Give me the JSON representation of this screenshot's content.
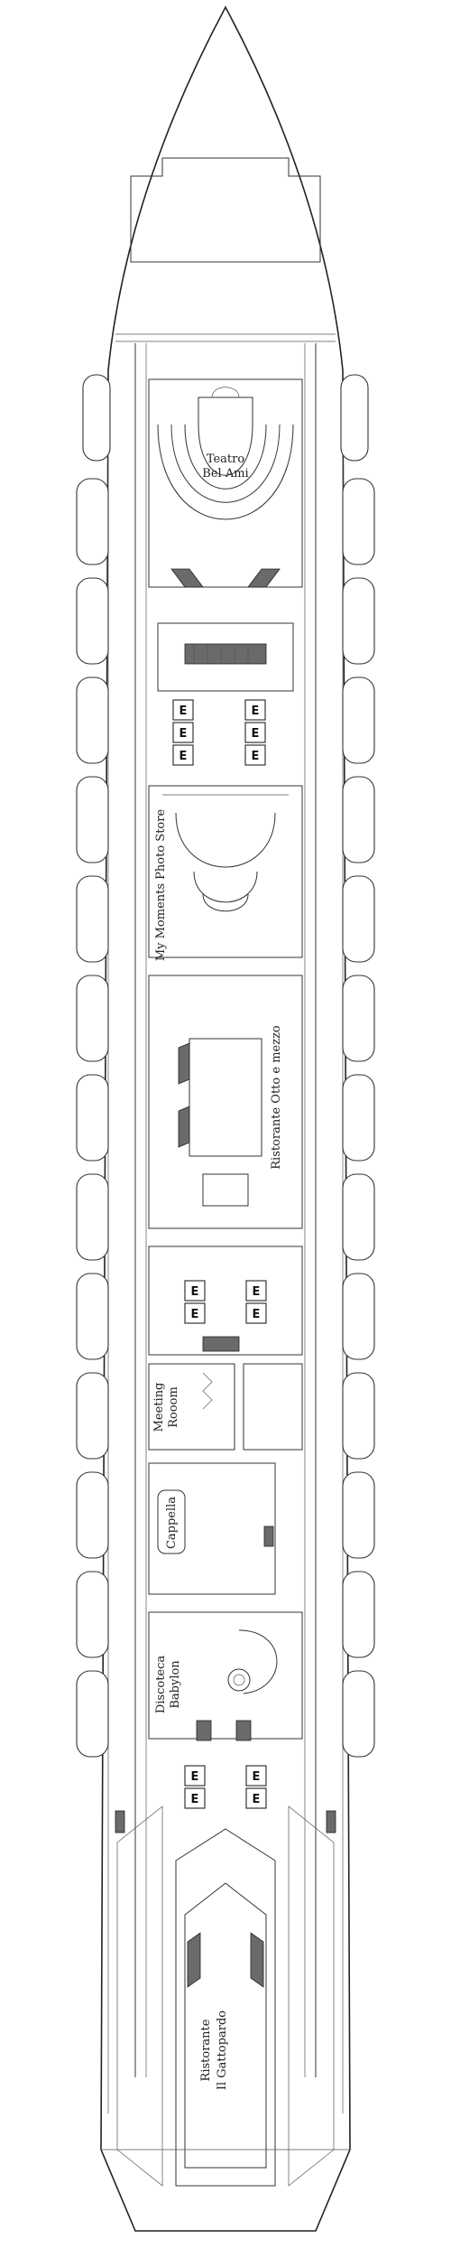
{
  "labels": {
    "teatro_line1": "Teatro",
    "teatro_line2": "Bel Ami",
    "photo_store": "My Moments Photo Store",
    "ristorante_otto": "Ristorante Otto e mezzo",
    "meeting_line1": "Meeting",
    "meeting_line2": "Rooom",
    "cappella": "Cappella",
    "discoteca_line1": "Discoteca",
    "discoteca_line2": "Babylon",
    "gattopardo_line1": "Ristorante",
    "gattopardo_line2": "Il Gattopardo"
  },
  "elevator_letter": "E",
  "colors": {
    "outline": "#222222",
    "stairs": "#6a6a6a",
    "background": "#ffffff"
  }
}
